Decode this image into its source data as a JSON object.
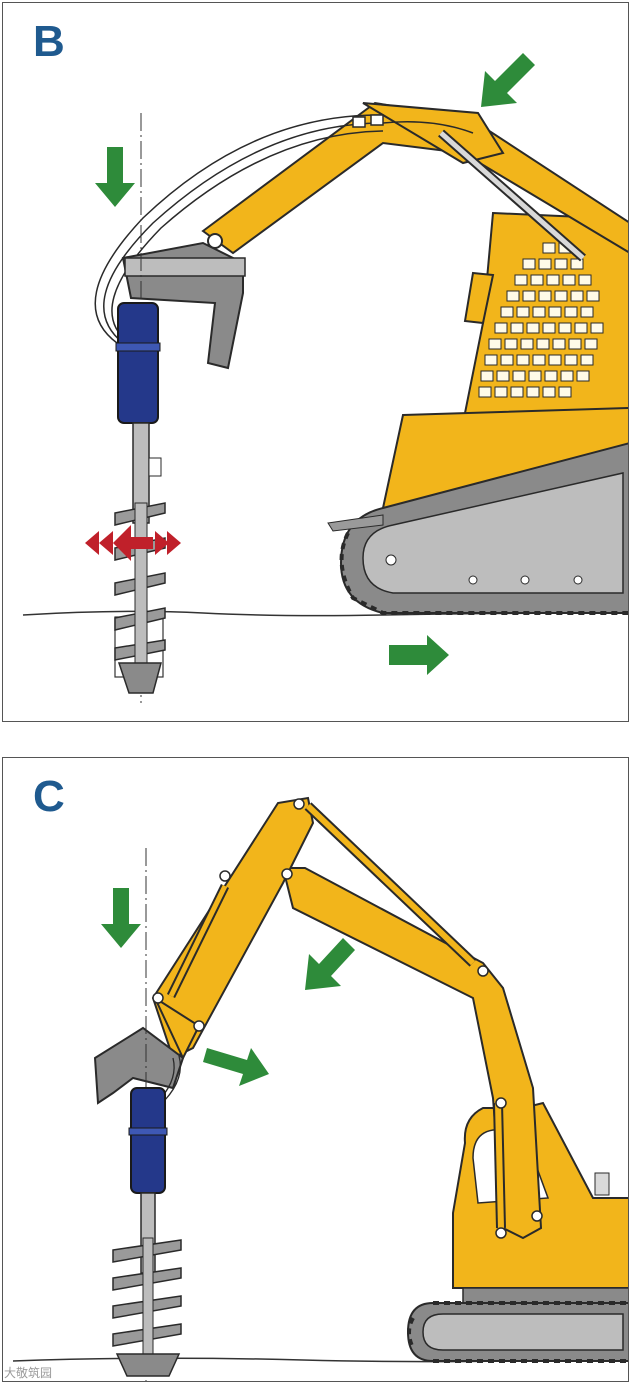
{
  "panels": [
    {
      "label": "B",
      "machine": "compact-track-loader",
      "tool": "hydraulic-auger"
    },
    {
      "label": "C",
      "machine": "tracked-excavator",
      "tool": "hydraulic-auger"
    }
  ],
  "watermark": "大敬筑园",
  "colors": {
    "label": "#1f5a8f",
    "machine": "#f2b51b",
    "outline": "#2a2a2a",
    "arrow": "#2e8b3a",
    "motor": "#24388a",
    "vibration": "#c0202a",
    "track": "#8a8a8a"
  }
}
